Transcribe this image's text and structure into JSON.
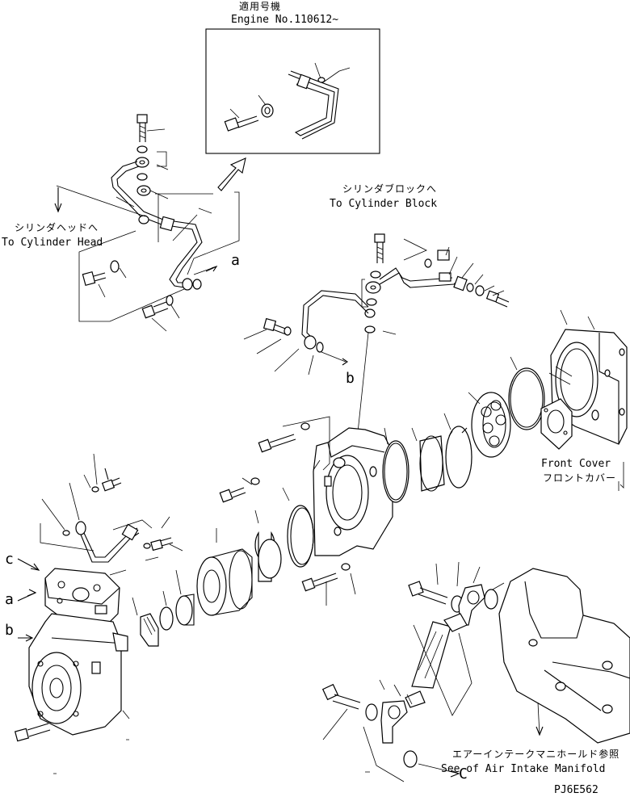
{
  "inset": {
    "title_jp": "適用号機",
    "title_en": "Engine No.110612~"
  },
  "labels": {
    "to_cyl_head_jp": "シリンダヘッドへ",
    "to_cyl_head_en": "To Cylinder Head",
    "to_cyl_block_jp": "シリンダブロックへ",
    "to_cyl_block_en": "To Cylinder Block",
    "front_cover_en": "Front Cover",
    "front_cover_jp": "フロントカバー",
    "air_intake_jp": "エアーインテークマニホールド参照",
    "air_intake_en": "See of Air Intake Manifold",
    "drawing_code": "PJ6E562"
  },
  "callouts": {
    "a_pipe": "a",
    "b_pipe": "b",
    "c_pipe": "C",
    "c_comp": "c",
    "a_comp": "a",
    "b_comp": "b"
  }
}
